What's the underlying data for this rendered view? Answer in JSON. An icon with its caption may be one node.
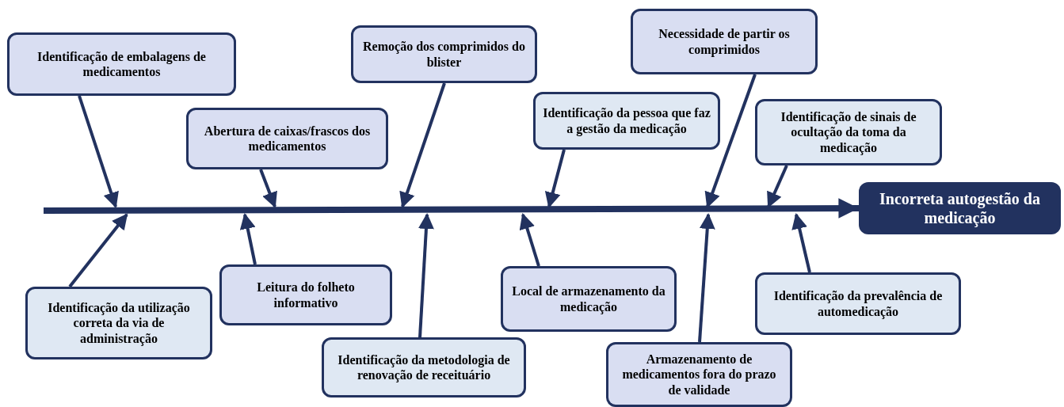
{
  "diagram": {
    "nodes": [
      {
        "text": [
          "Identificação de embalagens de medicamentos"
        ]
      },
      {
        "text": [
          "Abertura de caixas/frascos dos medicamentos"
        ]
      },
      {
        "text": [
          "Remoção dos comprimidos do blister"
        ]
      },
      {
        "text": [
          "Identificação da pessoa que faz a gestão da medicação"
        ]
      },
      {
        "text": [
          "Necessidade de partir os comprimidos"
        ]
      },
      {
        "text": [
          "Identificação de sinais de ocultação da toma da medicação"
        ]
      },
      {
        "text": [
          "Identificação da utilização correta da via de administração"
        ]
      },
      {
        "text": [
          "Leitura do folheto informativo"
        ]
      },
      {
        "text": [
          "Identificação da metodologia de renovação de receituário"
        ]
      },
      {
        "text": [
          "Local de armazenamento da medicação"
        ]
      },
      {
        "text": [
          "Armazenamento de medicamentos fora do prazo de validade"
        ]
      },
      {
        "text": [
          "Identificação da prevalência de automedicação"
        ]
      },
      {
        "text": [
          "Incorreta autogestão da medicação"
        ]
      }
    ],
    "edges": [
      {
        "from": 0,
        "to": null,
        "arrow": "to"
      },
      {
        "from": 1,
        "to": null,
        "arrow": "to"
      },
      {
        "from": 2,
        "to": null,
        "arrow": "to"
      },
      {
        "from": 3,
        "to": null,
        "arrow": "to"
      },
      {
        "from": 4,
        "to": null,
        "arrow": "to"
      },
      {
        "from": 5,
        "to": null,
        "arrow": "to"
      },
      {
        "from": 6,
        "to": null,
        "arrow": "to"
      },
      {
        "from": 7,
        "to": null,
        "arrow": "to"
      },
      {
        "from": 8,
        "to": null,
        "arrow": "to"
      },
      {
        "from": 9,
        "to": null,
        "arrow": "to"
      },
      {
        "from": 10,
        "to": null,
        "arrow": "to"
      },
      {
        "from": 11,
        "to": null,
        "arrow": "to"
      },
      {
        "from": null,
        "to": 12,
        "arrow": "to",
        "style": "thick"
      }
    ]
  }
}
